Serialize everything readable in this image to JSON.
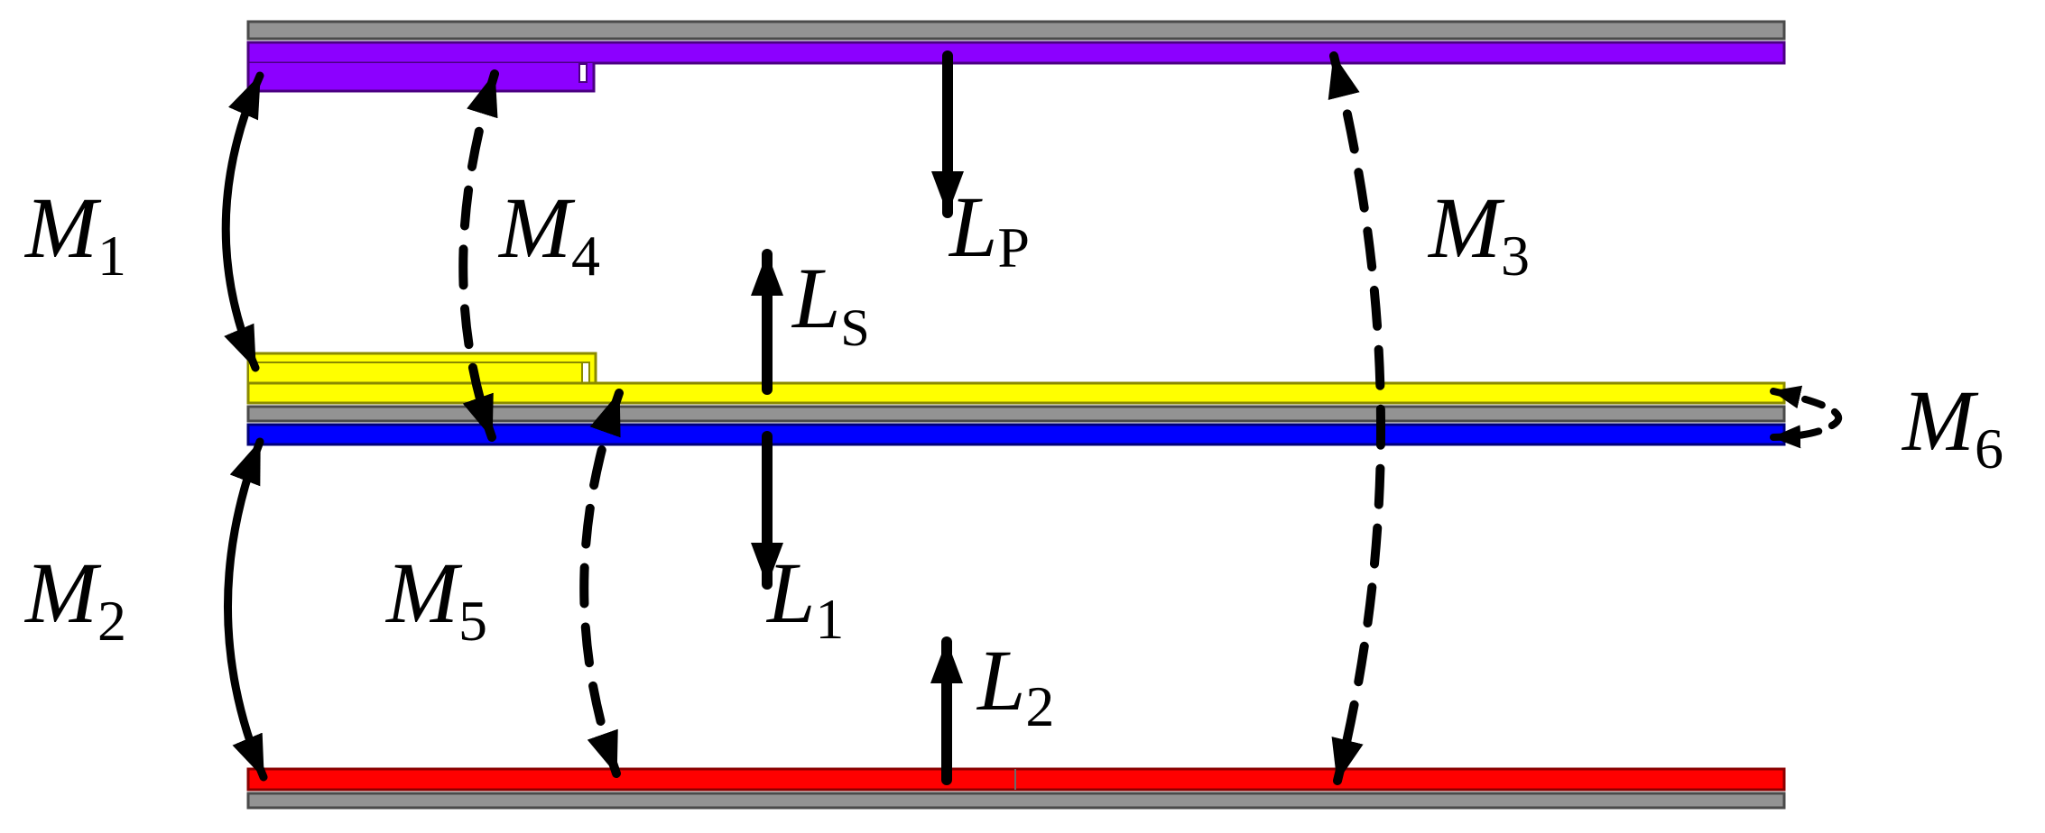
{
  "figure": {
    "description": "Coupling diagram of stacked conductor layers with self-inductances and mutual inductances",
    "colors": {
      "shield": "#939393",
      "shield_border": "#4a4a4a",
      "primary": "#8c00ff",
      "primary_border": "#4b0082",
      "secondary": "#ffff00",
      "secondary_border": "#8a8a00",
      "layer1": "#0000ff",
      "layer1_border": "#00007a",
      "layer2": "#ff0000",
      "layer2_border": "#8a0000",
      "arrow": "#000000"
    },
    "layers": [
      {
        "id": "shield-top",
        "name": "Shield (top)"
      },
      {
        "id": "primary",
        "name": "Primary winding"
      },
      {
        "id": "secondary",
        "name": "Secondary winding"
      },
      {
        "id": "shield-middle",
        "name": "Shield (middle)"
      },
      {
        "id": "layer1",
        "name": "Layer 1"
      },
      {
        "id": "layer2",
        "name": "Layer 2"
      },
      {
        "id": "shield-bottom",
        "name": "Shield (bottom)"
      }
    ],
    "self_inductances": [
      {
        "symbol": "L",
        "sub": "P",
        "direction": "down",
        "layer": "primary"
      },
      {
        "symbol": "L",
        "sub": "S",
        "direction": "up",
        "layer": "secondary"
      },
      {
        "symbol": "L",
        "sub": "1",
        "direction": "down",
        "layer": "layer1"
      },
      {
        "symbol": "L",
        "sub": "2",
        "direction": "up",
        "layer": "layer2"
      }
    ],
    "mutual_inductances": [
      {
        "symbol": "M",
        "sub": "1",
        "style": "solid",
        "between": [
          "primary",
          "secondary"
        ]
      },
      {
        "symbol": "M",
        "sub": "2",
        "style": "solid",
        "between": [
          "layer1",
          "layer2"
        ]
      },
      {
        "symbol": "M",
        "sub": "3",
        "style": "dashed",
        "between": [
          "primary",
          "layer2"
        ]
      },
      {
        "symbol": "M",
        "sub": "4",
        "style": "dashed",
        "between": [
          "primary",
          "layer1"
        ]
      },
      {
        "symbol": "M",
        "sub": "5",
        "style": "dashed",
        "between": [
          "secondary",
          "layer2"
        ]
      },
      {
        "symbol": "M",
        "sub": "6",
        "style": "dashed",
        "between": [
          "secondary",
          "layer1"
        ]
      }
    ]
  }
}
